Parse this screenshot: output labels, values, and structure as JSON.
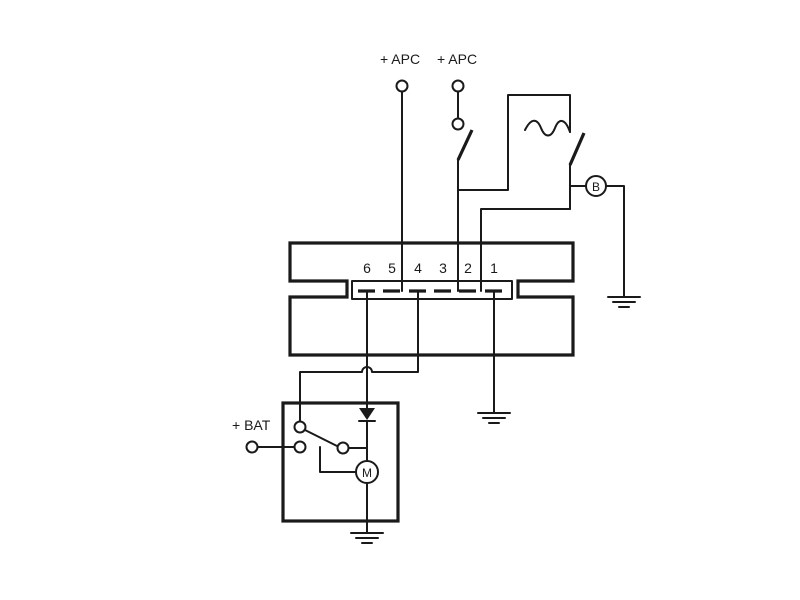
{
  "diagram": {
    "supply_labels": [
      "+ APC",
      "+ APC",
      "+ BAT"
    ],
    "connector_pins": [
      "6",
      "5",
      "4",
      "3",
      "2",
      "1"
    ],
    "bulb_symbol": "B",
    "motor_symbol": "M"
  }
}
